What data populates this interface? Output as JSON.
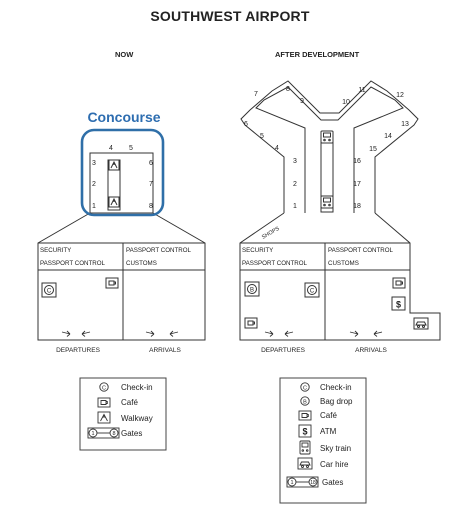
{
  "title": "SOUTHWEST AIRPORT",
  "now": {
    "heading": "NOW",
    "concourse_label": "Concourse",
    "gates_left": [
      "3",
      "2",
      "1"
    ],
    "gates_top": [
      "4",
      "5"
    ],
    "gates_right": [
      "6",
      "7",
      "8"
    ],
    "zone_left_line1": "SECURITY",
    "zone_left_line2": "PASSPORT CONTROL",
    "zone_right_line1": "PASSPORT CONTROL",
    "zone_right_line2": "CUSTOMS",
    "departures": "DEPARTURES",
    "arrivals": "ARRIVALS"
  },
  "after": {
    "heading": "AFTER DEVELOPMENT",
    "gates_left_arm": [
      "7",
      "8",
      "9",
      "6",
      "5",
      "4"
    ],
    "gates_right_arm": [
      "11",
      "10",
      "12",
      "13",
      "14",
      "15"
    ],
    "gates_stem_left": [
      "3",
      "2",
      "1"
    ],
    "gates_stem_right": [
      "16",
      "17",
      "18"
    ],
    "shops": "SHOPS",
    "zone_left_line1": "SECURITY",
    "zone_left_line2": "PASSPORT CONTROL",
    "zone_right_line1": "PASSPORT CONTROL",
    "zone_right_line2": "CUSTOMS",
    "departures": "DEPARTURES",
    "arrivals": "ARRIVALS"
  },
  "legend_now": [
    {
      "icon": "checkin-icon",
      "label": "Check-in"
    },
    {
      "icon": "cafe-icon",
      "label": "Café"
    },
    {
      "icon": "walkway-icon",
      "label": "Walkway"
    },
    {
      "icon": "gates-icon",
      "label": "Gates",
      "range_start": "1",
      "range_end": "8"
    }
  ],
  "legend_after": [
    {
      "icon": "checkin-icon",
      "label": "Check-in"
    },
    {
      "icon": "bag-drop-icon",
      "label": "Bag drop"
    },
    {
      "icon": "cafe-icon",
      "label": "Café"
    },
    {
      "icon": "atm-icon",
      "label": "ATM"
    },
    {
      "icon": "sky-train-icon",
      "label": "Sky train"
    },
    {
      "icon": "car-hire-icon",
      "label": "Car hire"
    },
    {
      "icon": "gates-icon",
      "label": "Gates",
      "range_start": "1",
      "range_end": "18"
    }
  ],
  "symbols": {
    "checkin": "C",
    "bagdrop": "B",
    "atm": "$"
  },
  "colors": {
    "ink": "#333333",
    "concourse_blue": "#2f6fa8",
    "concourse_label": "#2d6db0"
  }
}
